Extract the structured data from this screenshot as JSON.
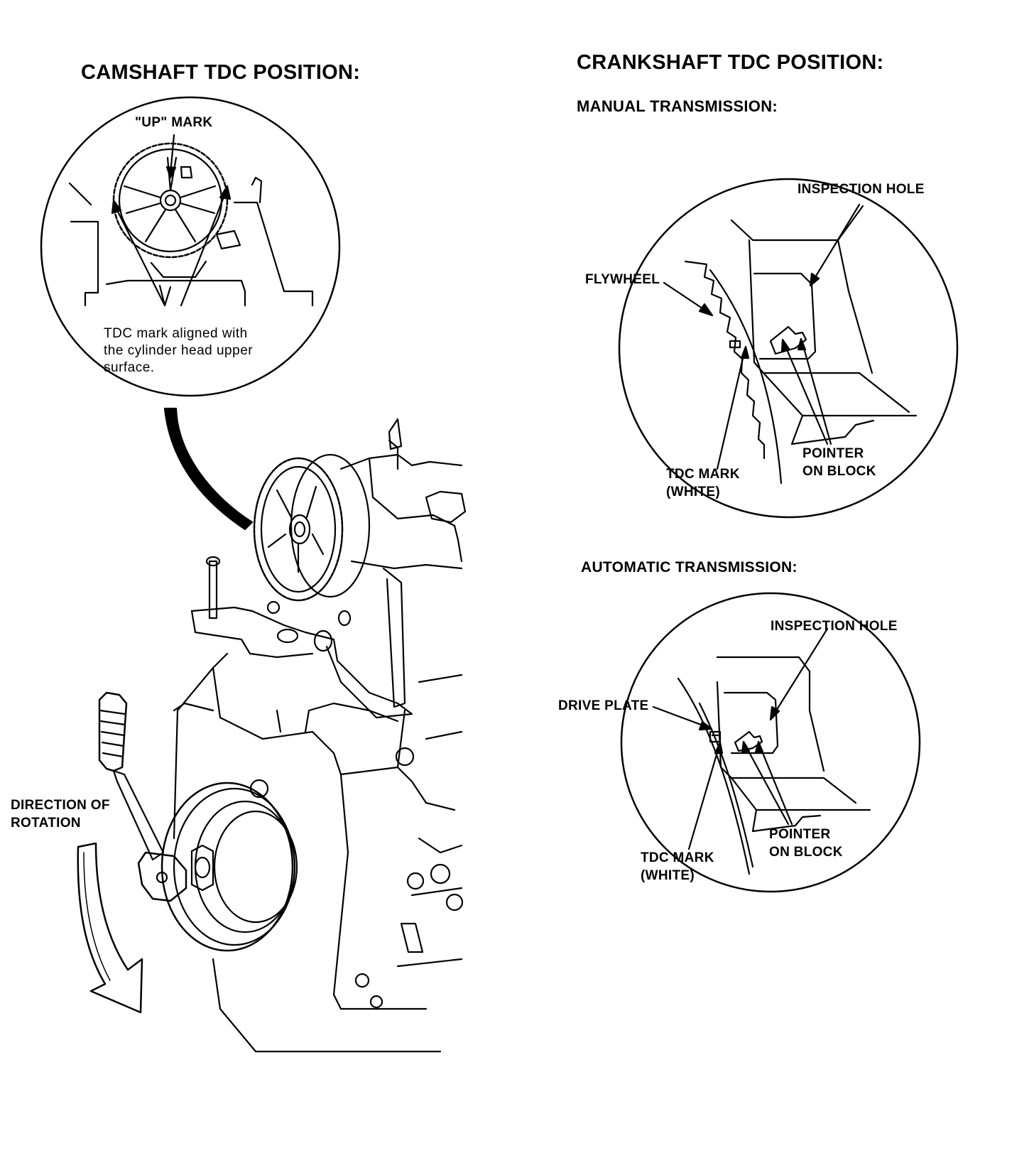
{
  "camshaft": {
    "title": "CAMSHAFT TDC POSITION:",
    "up_mark": "\"UP\" MARK",
    "tdc_note_line1": "TDC mark aligned with",
    "tdc_note_line2": "the cylinder head upper",
    "tdc_note_line3": "surface."
  },
  "direction": {
    "line1": "DIRECTION OF",
    "line2": "ROTATION"
  },
  "crankshaft": {
    "title": "CRANKSHAFT TDC POSITION:",
    "manual": {
      "title": "MANUAL TRANSMISSION:",
      "inspection_hole": "INSPECTION HOLE",
      "flywheel": "FLYWHEEL",
      "tdc_mark_line1": "TDC MARK",
      "tdc_mark_line2": "(WHITE)",
      "pointer_line1": "POINTER",
      "pointer_line2": "ON BLOCK"
    },
    "automatic": {
      "title": "AUTOMATIC TRANSMISSION:",
      "inspection_hole": "INSPECTION HOLE",
      "drive_plate": "DRIVE PLATE",
      "tdc_mark_line1": "TDC MARK",
      "tdc_mark_line2": "(WHITE)",
      "pointer_line1": "POINTER",
      "pointer_line2": "ON BLOCK"
    }
  }
}
